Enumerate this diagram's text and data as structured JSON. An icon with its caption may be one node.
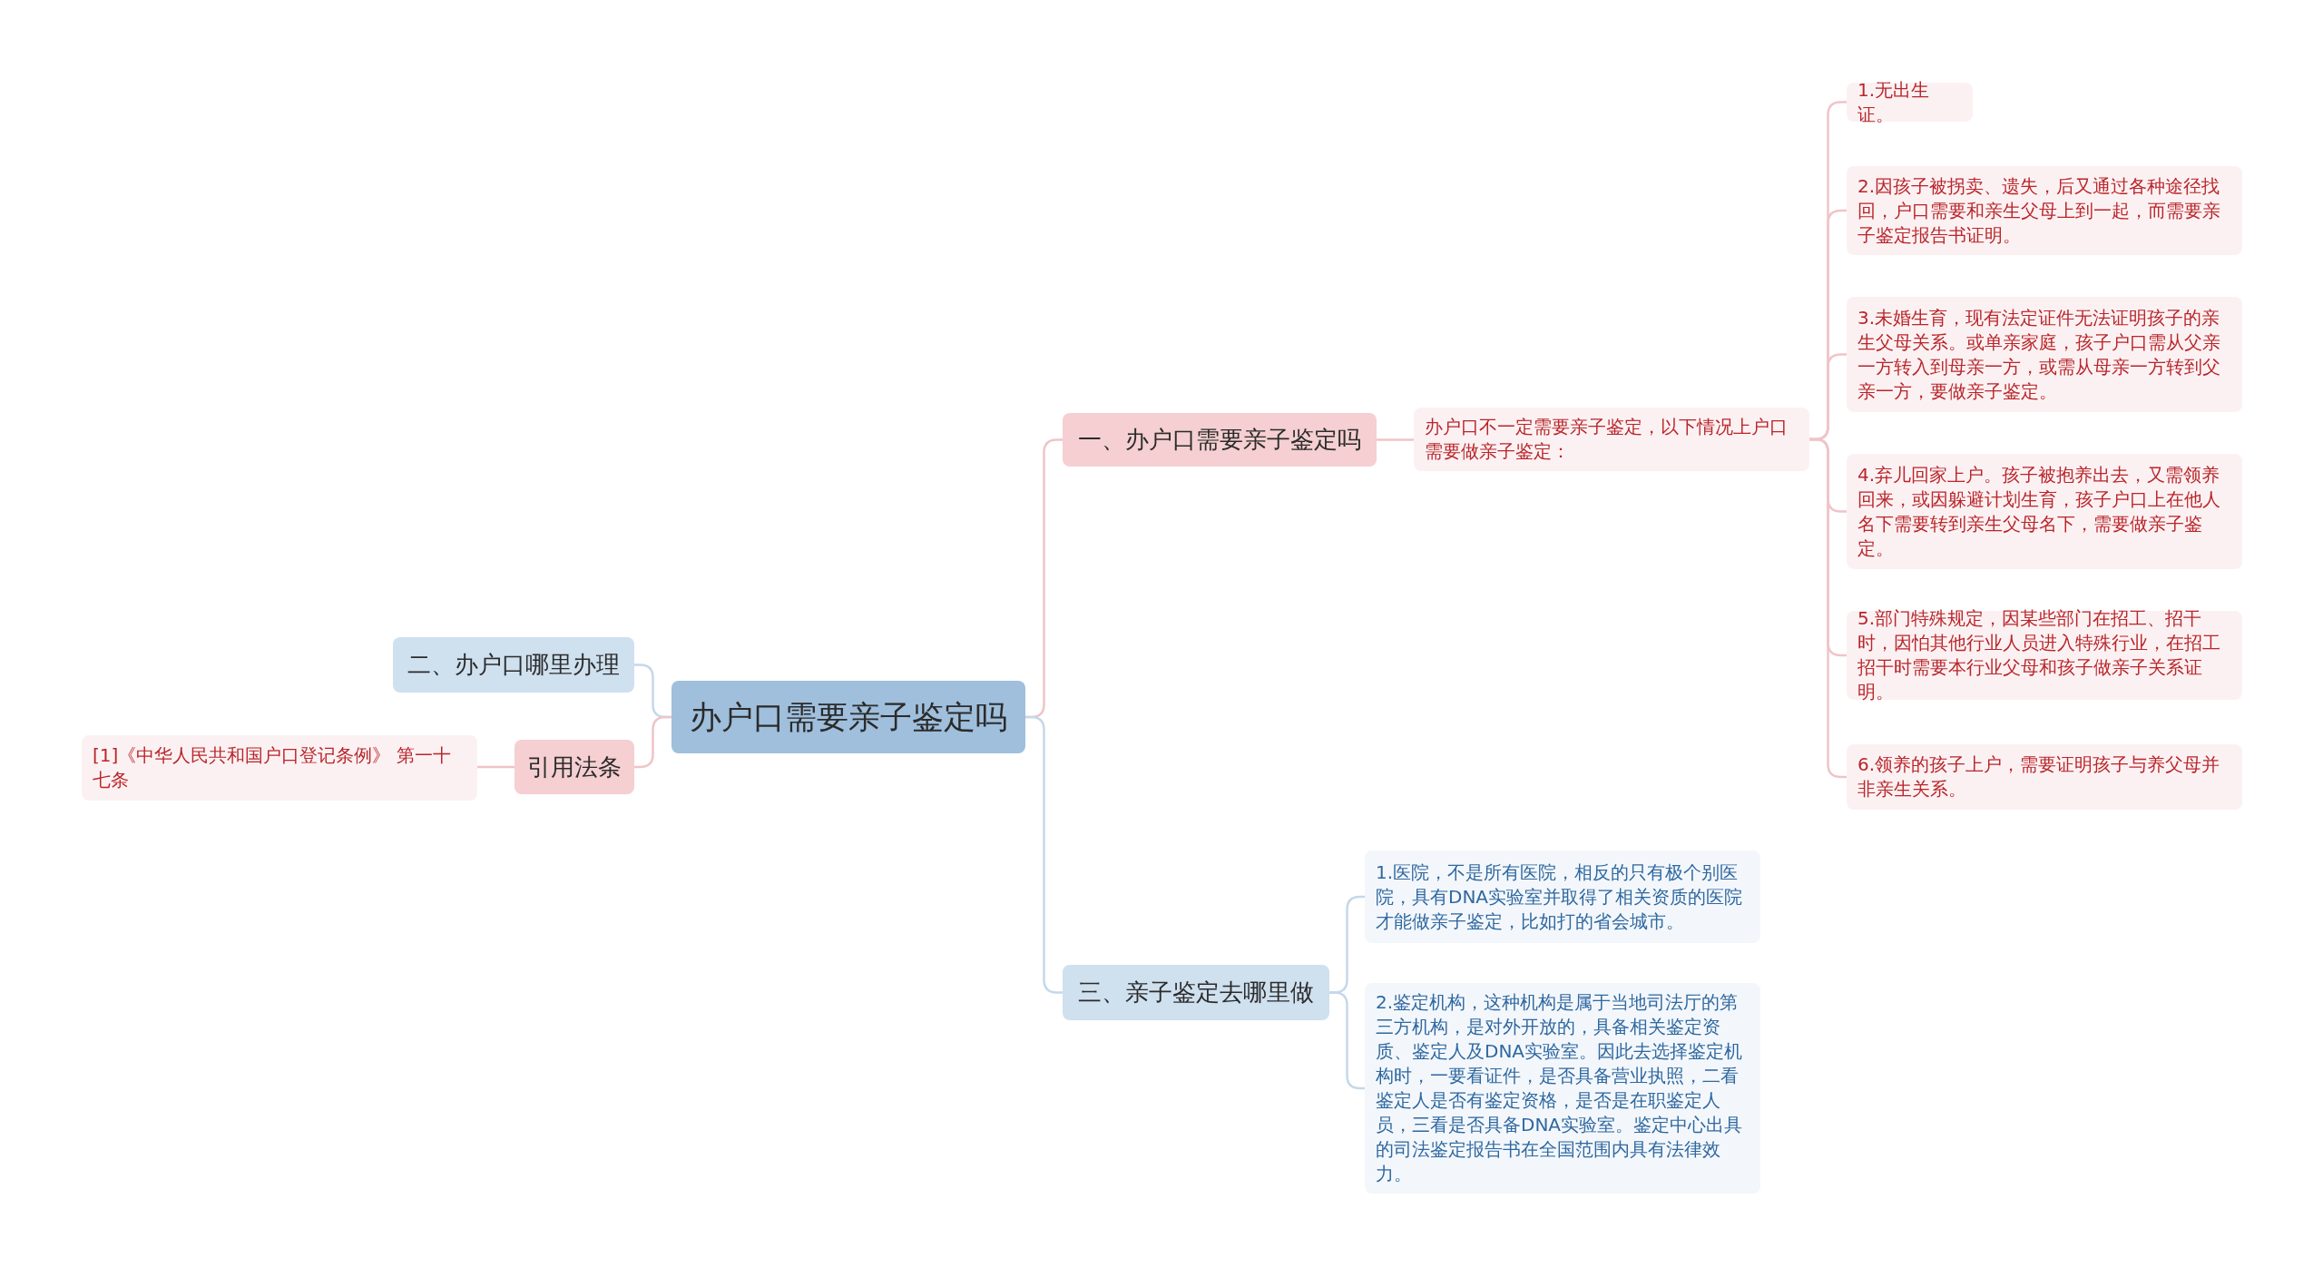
{
  "diagram": {
    "nodes": [
      {
        "text": [
          "办户口需要亲子鉴定吗"
        ]
      },
      {
        "text": [
          "一、办户口需要亲子鉴定吗"
        ]
      },
      {
        "text": [
          "办户口不一定需要亲子鉴定，以下情况上户口需要做亲子鉴定："
        ]
      },
      {
        "text": [
          "1.无出生证。"
        ]
      },
      {
        "text": [
          "2.因孩子被拐卖、遗失，后又通过各种途径找回，户口需要和亲生父母上到一起，而需要亲子鉴定报告书证明。"
        ]
      },
      {
        "text": [
          "3.未婚生育，现有法定证件无法证明孩子的亲生父母关系。或单亲家庭，孩子户口需从父亲一方转入到母亲一方，或需从母亲一方转到父亲一方，要做亲子鉴定。"
        ]
      },
      {
        "text": [
          "4.弃儿回家上户。孩子被抱养出去，又需领养回来，或因躲避计划生育，孩子户口上在他人名下需要转到亲生父母名下，需要做亲子鉴定。"
        ]
      },
      {
        "text": [
          "5.部门特殊规定，因某些部门在招工、招干时，因怕其他行业人员进入特殊行业，在招工招干时需要本行业父母和孩子做亲子关系证明。"
        ]
      },
      {
        "text": [
          "6.领养的孩子上户，需要证明孩子与养父母并非亲生关系。"
        ]
      },
      {
        "text": [
          "二、办户口哪里办理"
        ]
      },
      {
        "text": [
          "引用法条"
        ]
      },
      {
        "text": [
          "[1]《中华人民共和国户口登记条例》 第一十七条"
        ]
      },
      {
        "text": [
          "三、亲子鉴定去哪里做"
        ]
      },
      {
        "text": [
          "1.医院，不是所有医院，相反的只有极个别医院，具有DNA实验室并取得了相关资质的医院才能做亲子鉴定，比如打的省会城市。"
        ]
      },
      {
        "text": [
          "2.鉴定机构，这种机构是属于当地司法厅的第三方机构，是对外开放的，具备相关鉴定资质、鉴定人及DNA实验室。因此去选择鉴定机构时，一要看证件，是否具备营业执照，二看鉴定人是否有鉴定资格，是否是在职鉴定人员，三看是否具备DNA实验室。鉴定中心出具的司法鉴定报告书在全国范围内具有法律效力。"
        ]
      }
    ],
    "edges": [
      {
        "from": 0,
        "to": 1,
        "arrow": "none"
      },
      {
        "from": 1,
        "to": 2,
        "arrow": "none"
      },
      {
        "from": 2,
        "to": 3,
        "arrow": "none"
      },
      {
        "from": 2,
        "to": 4,
        "arrow": "none"
      },
      {
        "from": 2,
        "to": 5,
        "arrow": "none"
      },
      {
        "from": 2,
        "to": 6,
        "arrow": "none"
      },
      {
        "from": 2,
        "to": 7,
        "arrow": "none"
      },
      {
        "from": 2,
        "to": 8,
        "arrow": "none"
      },
      {
        "from": 0,
        "to": 9,
        "arrow": "none",
        "color": "#c5d8ea"
      },
      {
        "from": 0,
        "to": 10,
        "arrow": "none"
      },
      {
        "from": 10,
        "to": 11,
        "arrow": "none"
      },
      {
        "from": 0,
        "to": 12,
        "arrow": "none",
        "color": "#c5d8ea"
      },
      {
        "from": 12,
        "to": 13,
        "arrow": "none",
        "color": "#c5d8ea"
      },
      {
        "from": 12,
        "to": 14,
        "arrow": "none",
        "color": "#c5d8ea"
      }
    ]
  }
}
